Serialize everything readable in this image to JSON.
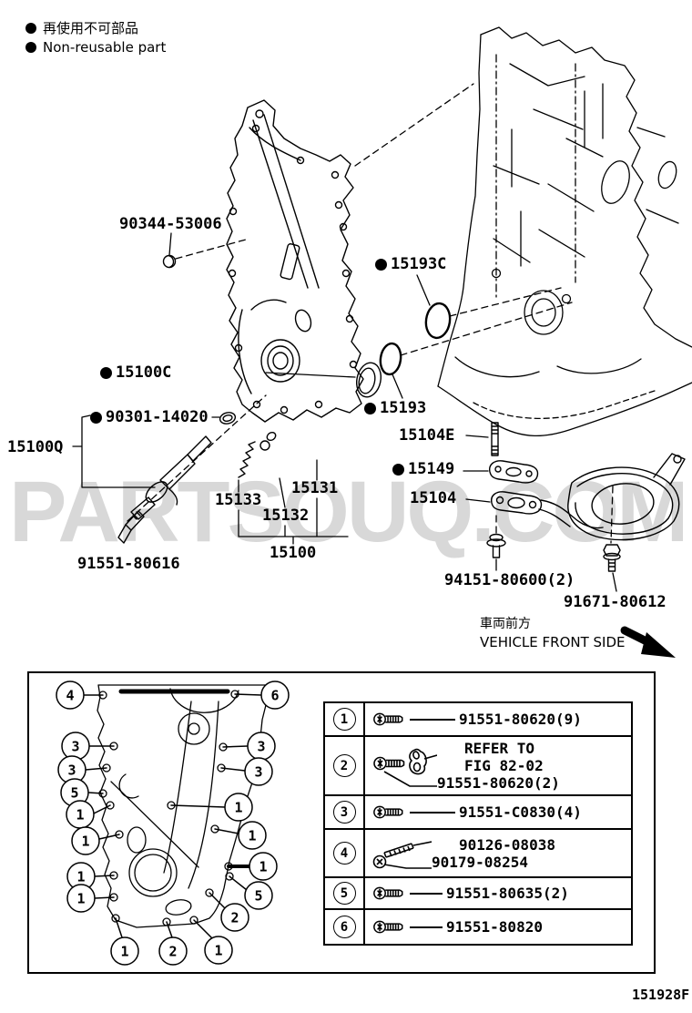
{
  "legend": {
    "jp": "再使用不可部品",
    "en": "Non-reusable part"
  },
  "watermark": "PARTSOUQ.COM",
  "figure_number": "151928F",
  "front_side": {
    "jp": "車両前方",
    "en": "VEHICLE FRONT SIDE"
  },
  "parts": {
    "p90344": "90344-53006",
    "p15100C": "15100C",
    "p90301": "90301-14020",
    "p15100Q": "15100Q",
    "p15133": "15133",
    "p15131": "15131",
    "p15132": "15132",
    "p15100": "15100",
    "p91551_80616": "91551-80616",
    "p15193C": "15193C",
    "p15193": "15193",
    "p15104E": "15104E",
    "p15149": "15149",
    "p15104": "15104",
    "p94151": "94151-80600(2)",
    "p91671": "91671-80612"
  },
  "table": {
    "rows": [
      {
        "num": "1",
        "parts": [
          "91551-80620(9)"
        ]
      },
      {
        "num": "2",
        "parts": [
          "REFER TO",
          "FIG 82-02",
          "91551-80620(2)"
        ]
      },
      {
        "num": "3",
        "parts": [
          "91551-C0830(4)"
        ]
      },
      {
        "num": "4",
        "parts": [
          "90126-08038",
          "90179-08254"
        ]
      },
      {
        "num": "5",
        "parts": [
          "91551-80635(2)"
        ]
      },
      {
        "num": "6",
        "parts": [
          "91551-80820"
        ]
      }
    ]
  },
  "bottom_callouts": [
    "4",
    "6",
    "3",
    "3",
    "5",
    "1",
    "3",
    "3",
    "1",
    "1",
    "1",
    "1",
    "1",
    "1",
    "5",
    "2",
    "1",
    "2",
    "1"
  ]
}
